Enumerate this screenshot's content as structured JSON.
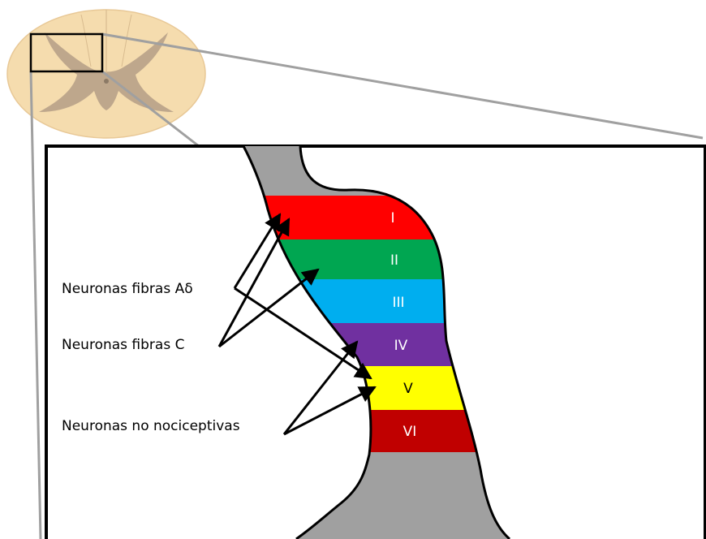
{
  "laminae": [
    {
      "label": "I",
      "color": "#ff0000"
    },
    {
      "label": "II",
      "color": "#00a651"
    },
    {
      "label": "III",
      "color": "#00aeef"
    },
    {
      "label": "IV",
      "color": "#7030a0"
    },
    {
      "label": "V",
      "color": "#ffff00"
    },
    {
      "label": "VI",
      "color": "#c00000"
    }
  ],
  "annotations": {
    "a_delta": "Neuronas fibras Aδ",
    "c_fibers": "Neuronas fibras C",
    "non_nociceptive": "Neuronas no nociceptivas"
  },
  "colors": {
    "cord_white_matter": "#f5dcae",
    "cord_gray_matter": "#b49e86",
    "dorsal_horn_outline": "#a0a0a0",
    "label_text_on_v": "#000000"
  }
}
